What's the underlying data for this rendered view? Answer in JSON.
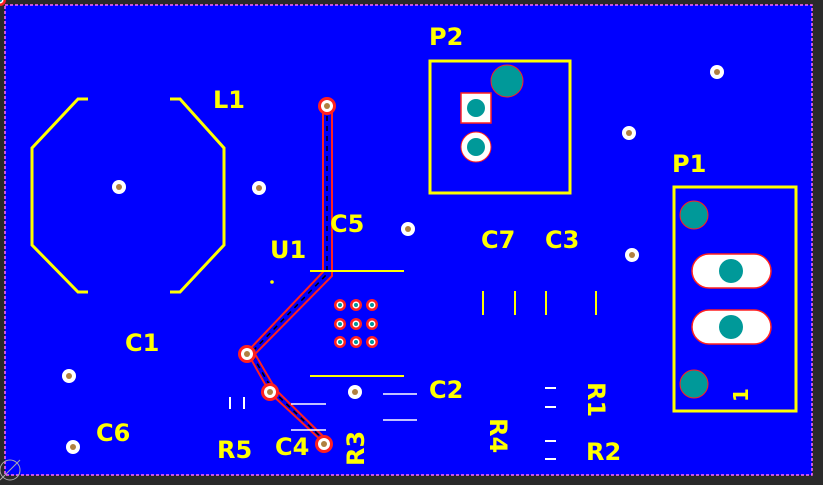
{
  "board": {
    "background": "#2a2a2a",
    "copper_color": "#0000ff",
    "outline_color": "#ff66ff",
    "silk_color": "#ffff00",
    "pad_color": "#009999",
    "trace_color": "#ff0000"
  },
  "labels": {
    "L1": "L1",
    "U1": "U1",
    "C5": "C5",
    "P2": "P2",
    "C7": "C7",
    "C3": "C3",
    "P1": "P1",
    "C1": "C1",
    "C2": "C2",
    "C6": "C6",
    "R5": "R5",
    "C4": "C4",
    "R3": "R3",
    "R4": "R4",
    "R1": "R1",
    "R2": "R2",
    "pin1": "1"
  }
}
